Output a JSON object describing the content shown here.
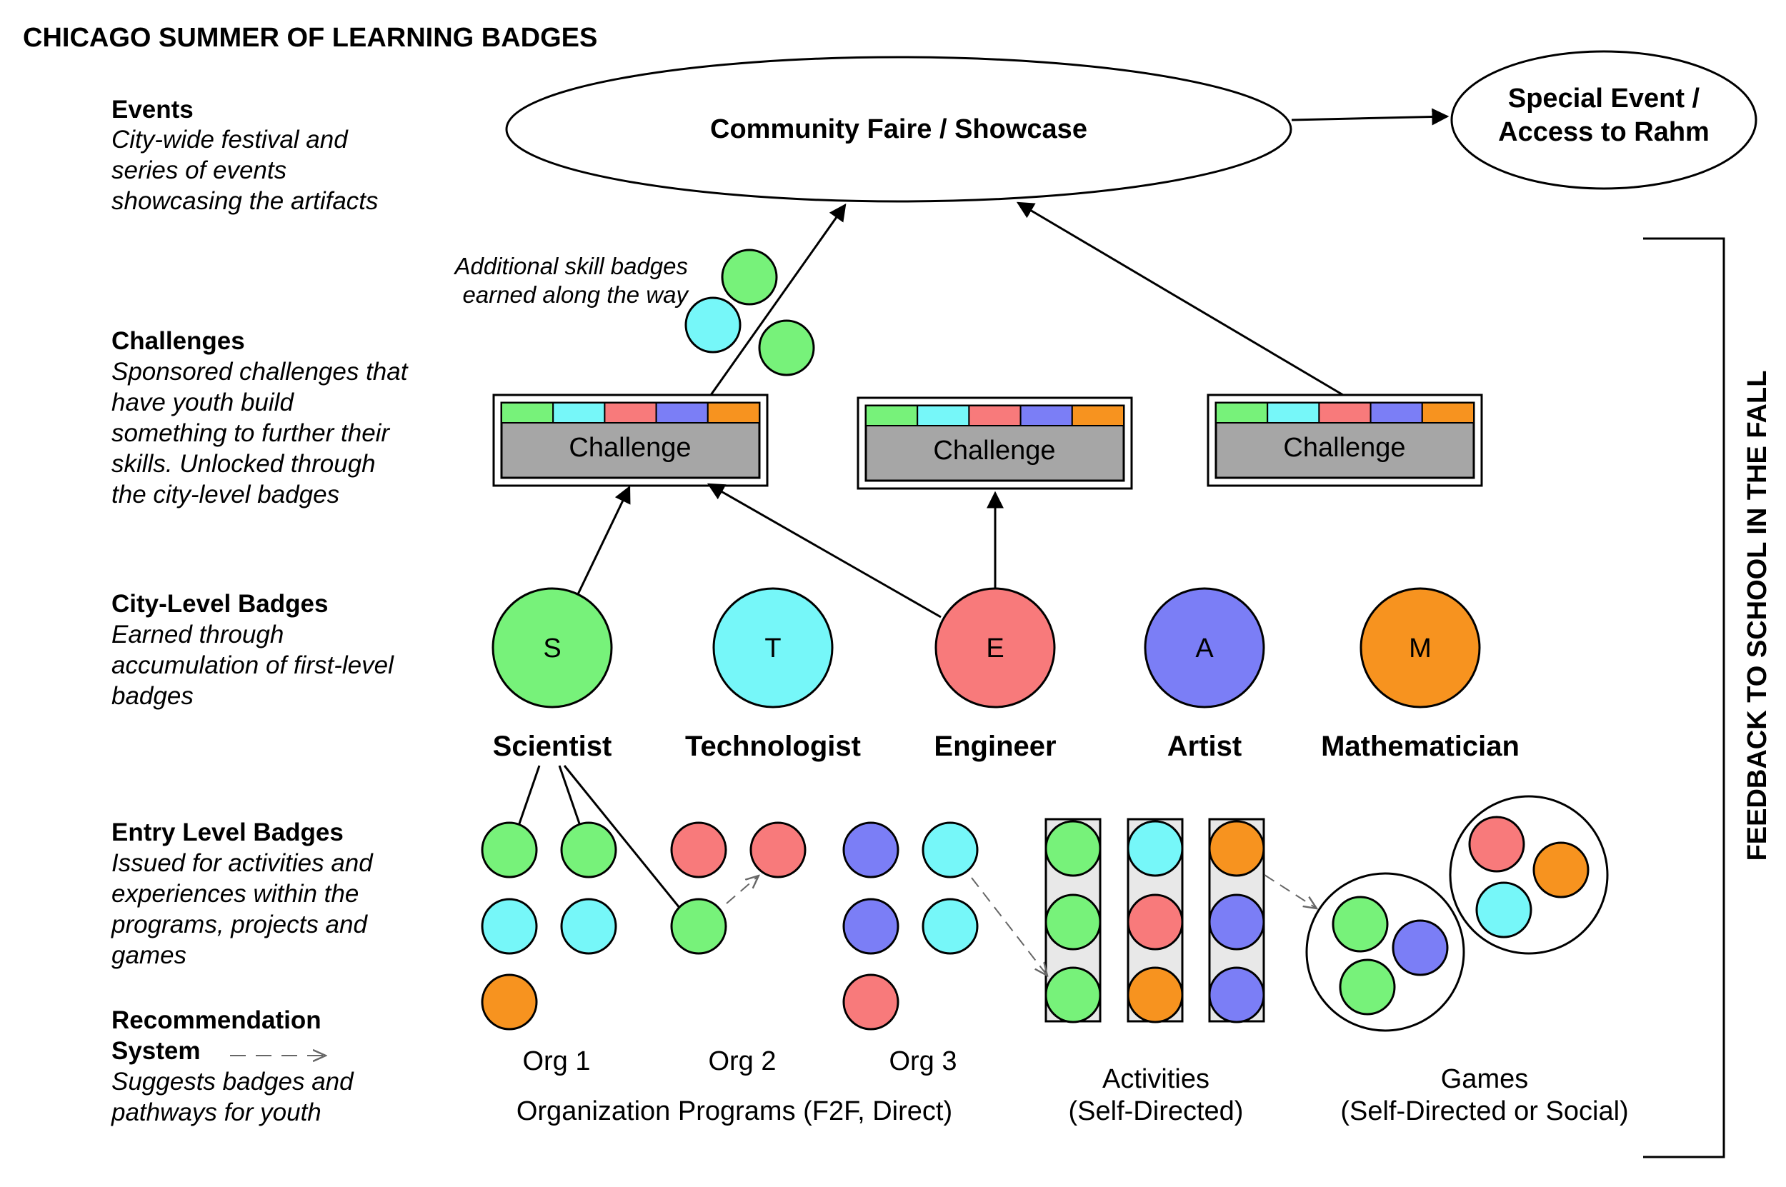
{
  "title": "CHICAGO SUMMER OF LEARNING BADGES",
  "colors": {
    "green": "#77F27A",
    "cyan": "#76F7F9",
    "red": "#F87A7B",
    "blue": "#7B7EF6",
    "orange": "#F7931F",
    "challenge_fill": "#A6A6A6",
    "column_fill": "#E8E8E8"
  },
  "legend": {
    "events": {
      "heading": "Events",
      "lines": [
        "City-wide festival and",
        "series of events",
        "showcasing the artifacts"
      ]
    },
    "challenges": {
      "heading": "Challenges",
      "lines": [
        "Sponsored challenges that",
        "have youth build",
        "something to further their",
        "skills. Unlocked through",
        "the city-level badges"
      ]
    },
    "city": {
      "heading": "City-Level Badges",
      "lines": [
        "Earned through",
        "accumulation of first-level",
        "badges"
      ]
    },
    "entry": {
      "heading": "Entry Level Badges",
      "lines": [
        "Issued for activities and",
        "experiences within the",
        "programs, projects and",
        "games"
      ]
    },
    "recommendation": {
      "heading_lines": [
        "Recommendation",
        "System"
      ],
      "lines": [
        "Suggests badges and",
        "pathways for youth"
      ]
    }
  },
  "events": {
    "main": "Community Faire / Showcase",
    "special_lines": [
      "Special Event /",
      "Access to Rahm"
    ]
  },
  "skill_note_lines": [
    "Additional skill badges",
    "earned along the way"
  ],
  "challenge_label": "Challenge",
  "city_badges": [
    {
      "letter": "S",
      "name": "Scientist",
      "color": "green"
    },
    {
      "letter": "T",
      "name": "Technologist",
      "color": "cyan"
    },
    {
      "letter": "E",
      "name": "Engineer",
      "color": "red"
    },
    {
      "letter": "A",
      "name": "Artist",
      "color": "blue"
    },
    {
      "letter": "M",
      "name": "Mathematician",
      "color": "orange"
    }
  ],
  "orgs": [
    "Org 1",
    "Org 2",
    "Org 3"
  ],
  "programs_caption": "Organization Programs (F2F, Direct)",
  "activities_lines": [
    "Activities",
    "(Self-Directed)"
  ],
  "games_lines": [
    "Games",
    "(Self-Directed or Social)"
  ],
  "side_label": "FEEDBACK TO SCHOOL IN THE FALL"
}
